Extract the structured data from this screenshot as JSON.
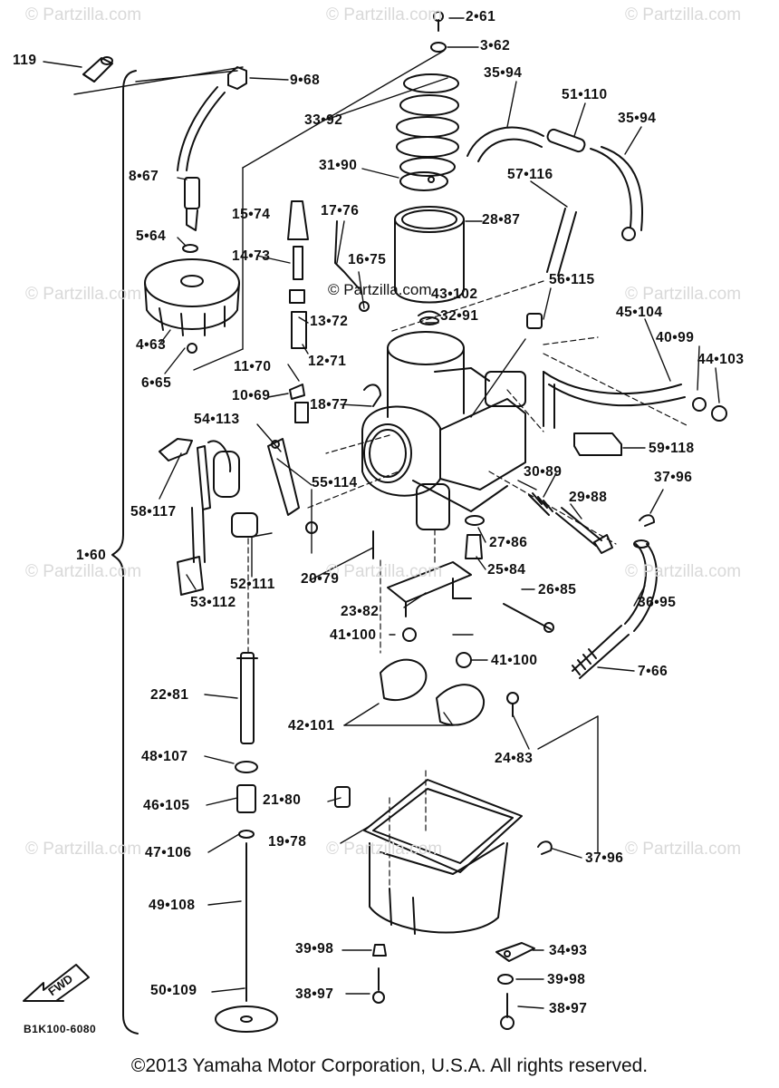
{
  "watermark": "© Partzilla.com",
  "center_watermark": "© Partzilla.com",
  "copyright": "©2013 Yamaha Motor Corporation, U.S.A. All rights reserved.",
  "diagram_code": "B1K100-6080",
  "fwd_label": "FWD",
  "callouts": {
    "c2": "2•61",
    "c3": "3•62",
    "c119": "119",
    "c9": "9•68",
    "c35a": "35•94",
    "c51": "51•110",
    "c35b": "35•94",
    "c33": "33•92",
    "c8": "8•67",
    "c31": "31•90",
    "c57": "57•116",
    "c15": "15•74",
    "c17": "17•76",
    "c28": "28•87",
    "c5": "5•64",
    "c14": "14•73",
    "c16": "16•75",
    "c56": "56•115",
    "c43": "43•102",
    "c32": "32•91",
    "c13": "13•72",
    "c45": "45•104",
    "c4": "4•63",
    "c12": "12•71",
    "c40": "40•99",
    "c44": "44•103",
    "c6": "6•65",
    "c11": "11•70",
    "c10": "10•69",
    "c18": "18•77",
    "c54": "54•113",
    "c59": "59•118",
    "c30": "30•89",
    "c37a": "37•96",
    "c55": "55•114",
    "c29": "29•88",
    "c58": "58•117",
    "c27": "27•86",
    "c1": "1•60",
    "c25": "25•84",
    "c20": "20•79",
    "c52": "52•111",
    "c26": "26•85",
    "c36": "36•95",
    "c53": "53•112",
    "c23": "23•82",
    "c41a": "41•100",
    "c41b": "41•100",
    "c7": "7•66",
    "c22": "22•81",
    "c42": "42•101",
    "c24": "24•83",
    "c48": "48•107",
    "c21": "21•80",
    "c46": "46•105",
    "c19": "19•78",
    "c47": "47•106",
    "c37b": "37•96",
    "c49": "49•108",
    "c39a": "39•98",
    "c34": "34•93",
    "c39b": "39•98",
    "c38a": "38•97",
    "c50": "50•109",
    "c38b": "38•97"
  }
}
